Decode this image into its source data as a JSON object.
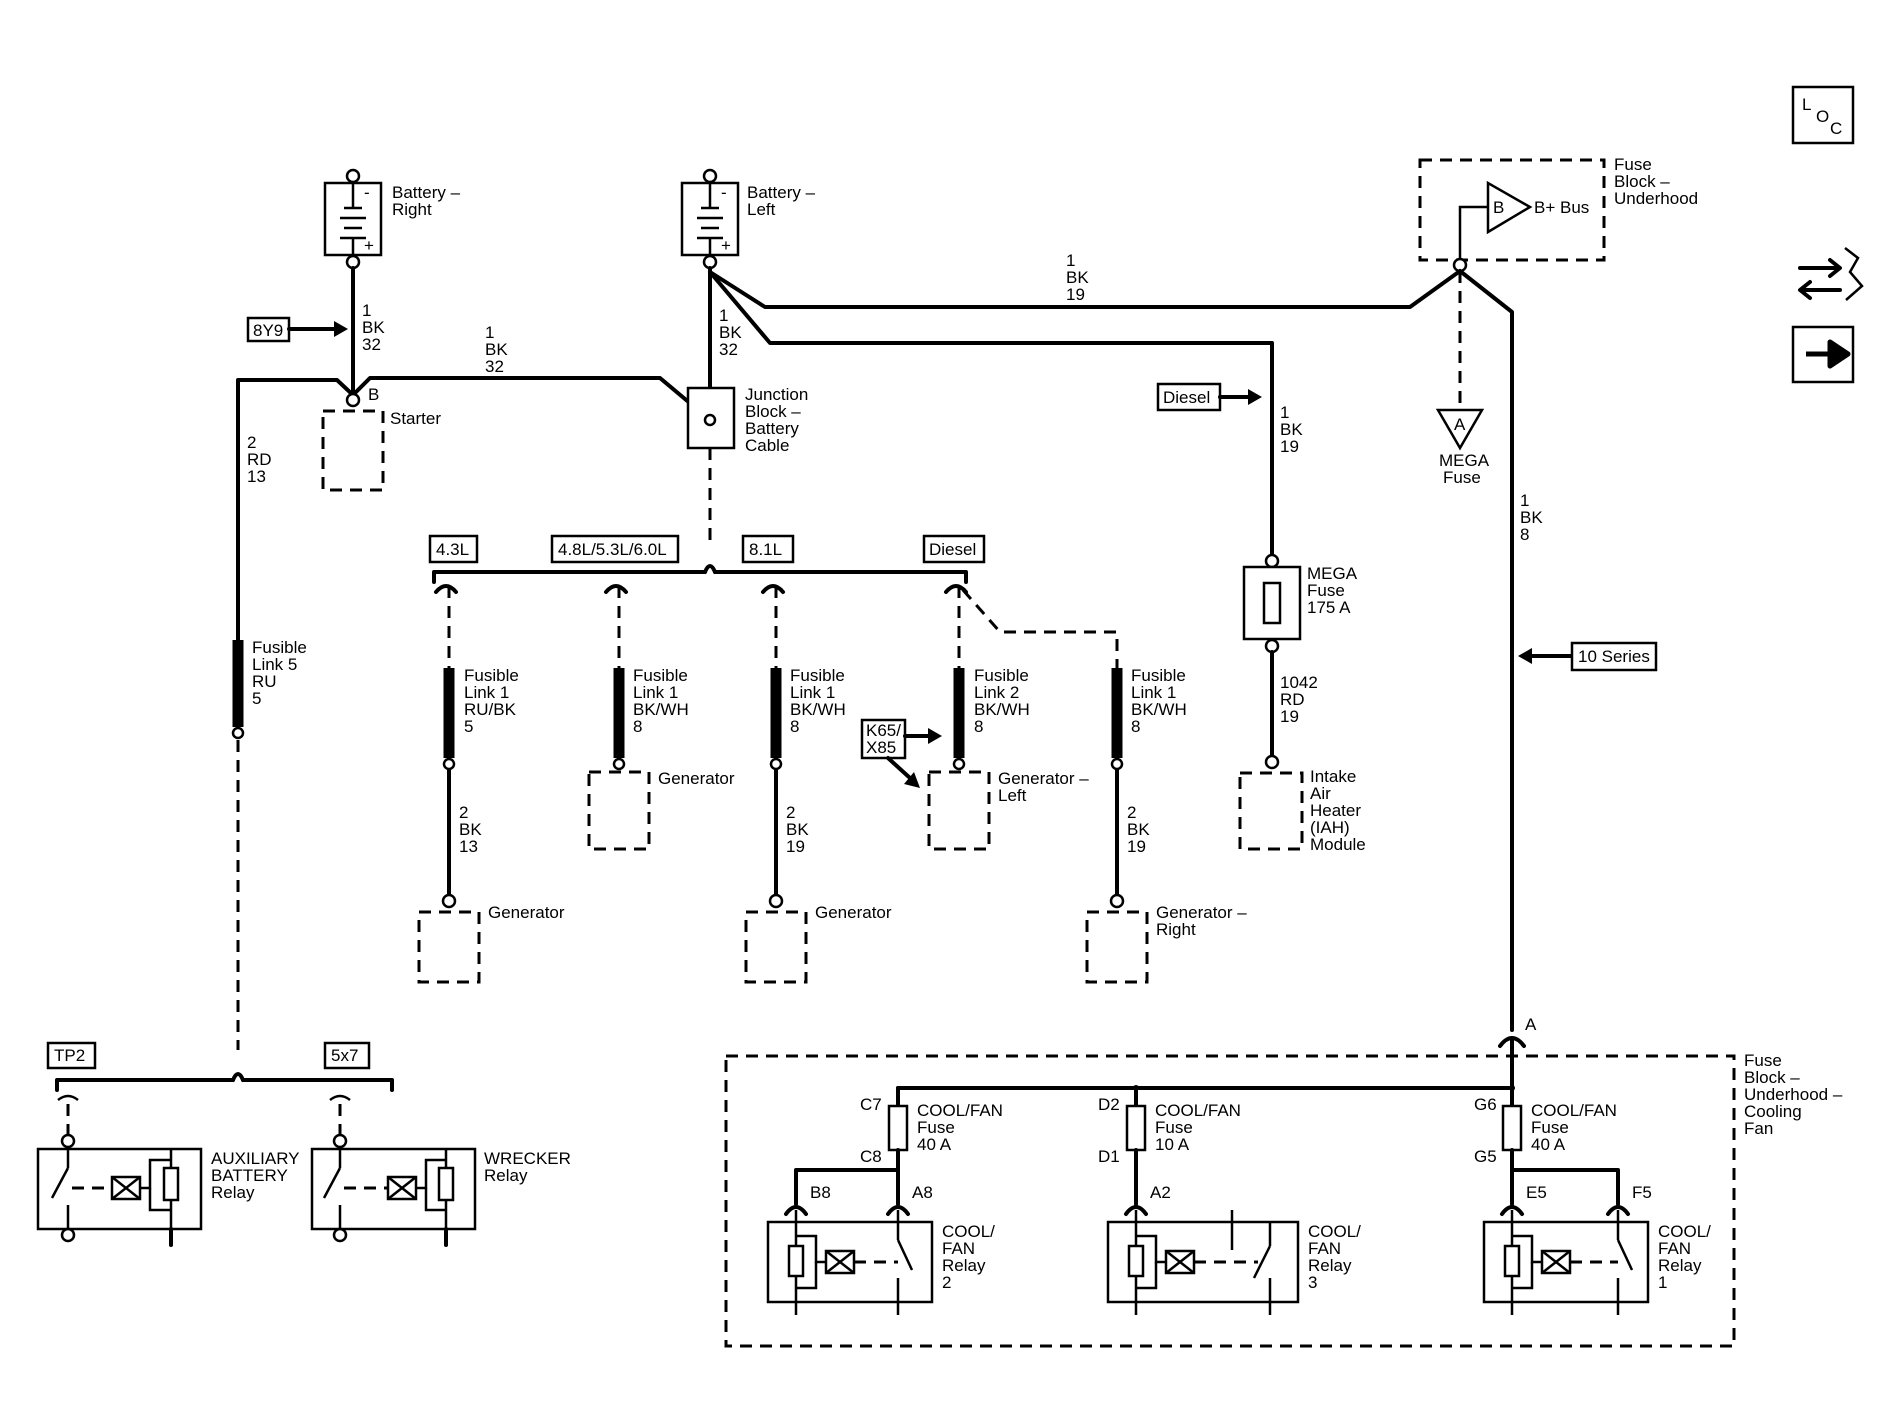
{
  "batteries": {
    "right": [
      "Battery –",
      "Right"
    ],
    "left": [
      "Battery –",
      "Left"
    ],
    "pol_minus": "-",
    "pol_plus": "+"
  },
  "fuse_block_underhood": {
    "name": [
      "Fuse",
      "Block –",
      "Underhood"
    ],
    "bus_pin": "B",
    "bus": "B+ Bus"
  },
  "mega_fuse_ref": {
    "pin": "A",
    "name": [
      "MEGA",
      "Fuse"
    ]
  },
  "mega_fuse": [
    "MEGA",
    "Fuse",
    "175 A"
  ],
  "starter": {
    "pin": "B",
    "name": "Starter"
  },
  "junction_block": [
    "Junction",
    "Block –",
    "Battery",
    "Cable"
  ],
  "intake": [
    "Intake",
    "Air",
    "Heater",
    "(IAH)",
    "Module"
  ],
  "wires": {
    "bat_right": [
      "1",
      "BK",
      "32"
    ],
    "starter": [
      "1",
      "BK",
      "32"
    ],
    "bat_left": [
      "1",
      "BK",
      "32"
    ],
    "top": [
      "1",
      "BK",
      "19"
    ],
    "diesel": [
      "1",
      "BK",
      "19"
    ],
    "rd13": [
      "2",
      "RD",
      "13"
    ],
    "right_vert": [
      "1",
      "BK",
      "8"
    ],
    "iah": [
      "1042",
      "RD",
      "19"
    ],
    "gen_43": [
      "2",
      "BK",
      "13"
    ],
    "gen_81": [
      "2",
      "BK",
      "19"
    ],
    "gen_right": [
      "2",
      "BK",
      "19"
    ]
  },
  "options": {
    "v43": "4.3L",
    "v48": "4.8L/5.3L/6.0L",
    "v81": "8.1L",
    "diesel": "Diesel",
    "diesel_arrow": "Diesel",
    "y89": "8Y9",
    "k65": [
      "K65/",
      "X85"
    ],
    "series10": "10 Series",
    "tp2": "TP2",
    "s5x7": "5x7"
  },
  "fusible": {
    "fl5": [
      "Fusible",
      "Link 5",
      "RU",
      "5"
    ],
    "fl_43": [
      "Fusible",
      "Link 1",
      "RU/BK",
      "5"
    ],
    "fl_48": [
      "Fusible",
      "Link 1",
      "BK/WH",
      "8"
    ],
    "fl_81": [
      "Fusible",
      "Link 1",
      "BK/WH",
      "8"
    ],
    "fl_diesel": [
      "Fusible",
      "Link 2",
      "BK/WH",
      "8"
    ],
    "fl_right": [
      "Fusible",
      "Link 1",
      "BK/WH",
      "8"
    ]
  },
  "generators": {
    "g48": [
      "Generator"
    ],
    "g43": [
      "Generator"
    ],
    "g81": [
      "Generator"
    ],
    "gleft": [
      "Generator –",
      "Left"
    ],
    "gright": [
      "Generator –",
      "Right"
    ]
  },
  "relays": {
    "aux": [
      "AUXILIARY",
      "BATTERY",
      "Relay"
    ],
    "wrecker": [
      "WRECKER",
      "Relay"
    ],
    "cf2": [
      "COOL/",
      "FAN",
      "Relay",
      "2"
    ],
    "cf3": [
      "COOL/",
      "FAN",
      "Relay",
      "3"
    ],
    "cf1": [
      "COOL/",
      "FAN",
      "Relay",
      "1"
    ]
  },
  "cooling_block": {
    "name": [
      "Fuse",
      "Block –",
      "Underhood –",
      "Cooling",
      "Fan"
    ],
    "entry_pin": "A"
  },
  "cool_fuses": {
    "f2": [
      "COOL/FAN",
      "Fuse",
      "40 A"
    ],
    "f3": [
      "COOL/FAN",
      "Fuse",
      "10 A"
    ],
    "f1": [
      "COOL/FAN",
      "Fuse",
      "40 A"
    ]
  },
  "pins": {
    "c7": "C7",
    "c8": "C8",
    "b8": "B8",
    "a8": "A8",
    "d2": "D2",
    "d1": "D1",
    "a2": "A2",
    "g6": "G6",
    "g5": "G5",
    "e5": "E5",
    "f5": "F5"
  },
  "nav": {
    "loc": [
      "L",
      "O",
      "C"
    ]
  }
}
